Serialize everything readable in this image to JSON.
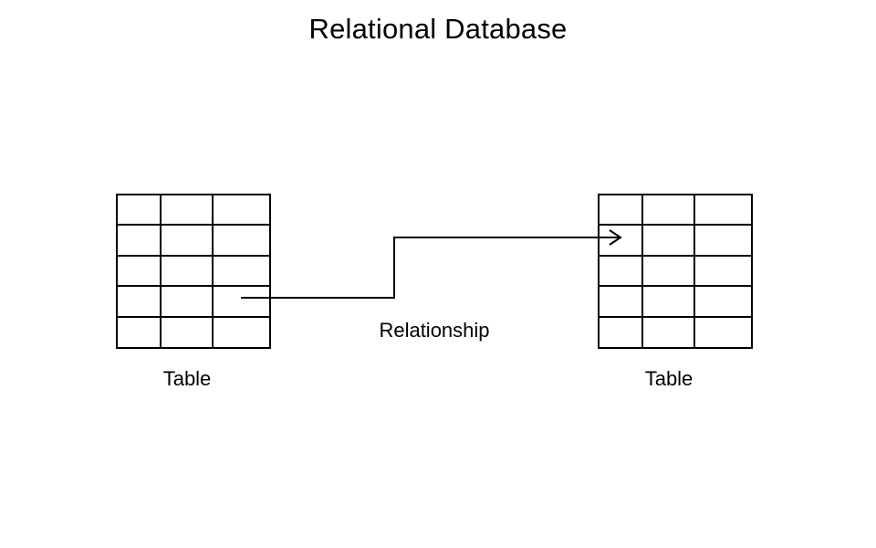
{
  "title": "Relational Database",
  "diagram": {
    "left_table": {
      "label": "Table",
      "rows": 5,
      "cols": 3
    },
    "right_table": {
      "label": "Table",
      "rows": 5,
      "cols": 3
    },
    "connector": {
      "label": "Relationship"
    }
  },
  "colors": {
    "stroke": "#000000",
    "background": "#ffffff"
  }
}
